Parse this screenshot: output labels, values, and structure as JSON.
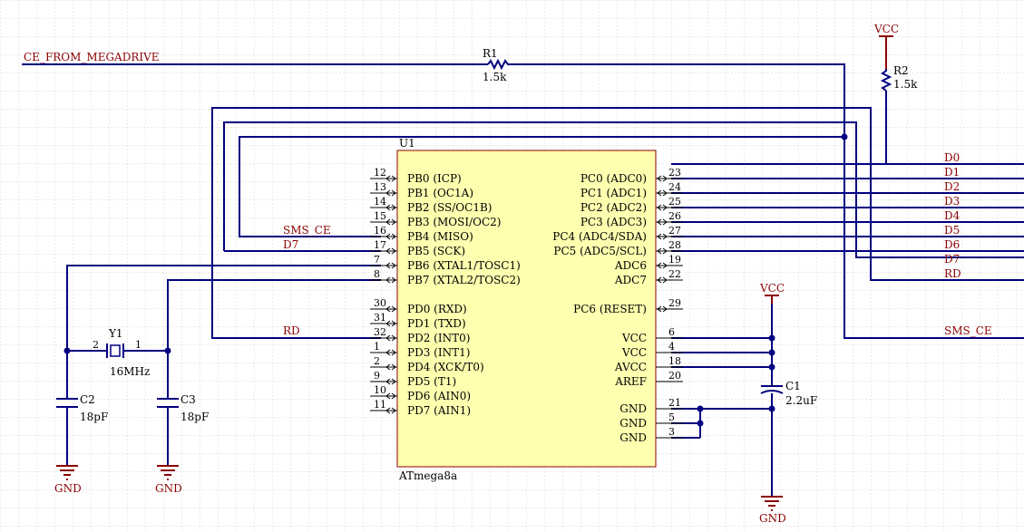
{
  "net_labels": {
    "ce_from_megadrive": "CE_FROM_MEGADRIVE",
    "sms_ce_left": "SMS_CE",
    "d7_left": "D7",
    "rd_left": "RD",
    "sms_ce_right": "SMS_CE",
    "bus": [
      "D0",
      "D1",
      "D2",
      "D3",
      "D4",
      "D5",
      "D6",
      "D7",
      "RD"
    ]
  },
  "chip": {
    "designator": "U1",
    "part": "ATmega8a",
    "left_pins": [
      {
        "num": "12",
        "name": "PB0 (ICP)"
      },
      {
        "num": "13",
        "name": "PB1 (OC1A)"
      },
      {
        "num": "14",
        "name": "PB2 (SS/OC1B)"
      },
      {
        "num": "15",
        "name": "PB3 (MOSI/OC2)"
      },
      {
        "num": "16",
        "name": "PB4 (MISO)"
      },
      {
        "num": "17",
        "name": "PB5 (SCK)"
      },
      {
        "num": "7",
        "name": "PB6 (XTAL1/TOSC1)"
      },
      {
        "num": "8",
        "name": "PB7 (XTAL2/TOSC2)"
      },
      {
        "num": "30",
        "name": "PD0 (RXD)"
      },
      {
        "num": "31",
        "name": "PD1 (TXD)"
      },
      {
        "num": "32",
        "name": "PD2 (INT0)"
      },
      {
        "num": "1",
        "name": "PD3 (INT1)"
      },
      {
        "num": "2",
        "name": "PD4 (XCK/T0)"
      },
      {
        "num": "9",
        "name": "PD5 (T1)"
      },
      {
        "num": "10",
        "name": "PD6 (AIN0)"
      },
      {
        "num": "11",
        "name": "PD7 (AIN1)"
      }
    ],
    "right_pins": [
      {
        "num": "23",
        "name": "PC0 (ADC0)"
      },
      {
        "num": "24",
        "name": "PC1 (ADC1)"
      },
      {
        "num": "25",
        "name": "PC2 (ADC2)"
      },
      {
        "num": "26",
        "name": "PC3 (ADC3)"
      },
      {
        "num": "27",
        "name": "PC4 (ADC4/SDA)"
      },
      {
        "num": "28",
        "name": "PC5 (ADC5/SCL)"
      },
      {
        "num": "19",
        "name": "ADC6"
      },
      {
        "num": "22",
        "name": "ADC7"
      },
      {
        "num": "29",
        "name": "PC6 (RESET)"
      },
      {
        "num": "6",
        "name": "VCC"
      },
      {
        "num": "4",
        "name": "VCC"
      },
      {
        "num": "18",
        "name": "AVCC"
      },
      {
        "num": "20",
        "name": "AREF"
      },
      {
        "num": "21",
        "name": "GND"
      },
      {
        "num": "5",
        "name": "GND"
      },
      {
        "num": "3",
        "name": "GND"
      }
    ]
  },
  "components": {
    "r1": {
      "designator": "R1",
      "value": "1.5k"
    },
    "r2": {
      "designator": "R2",
      "value": "1.5k"
    },
    "y1": {
      "designator": "Y1",
      "value": "16MHz",
      "pin_a": "2",
      "pin_b": "1"
    },
    "c1": {
      "designator": "C1",
      "value": "2.2uF"
    },
    "c2": {
      "designator": "C2",
      "value": "18pF"
    },
    "c3": {
      "designator": "C3",
      "value": "18pF"
    }
  },
  "power": {
    "vcc_top": "VCC",
    "vcc_c1": "VCC",
    "gnd_c2": "GND",
    "gnd_c3": "GND",
    "gnd_c1": "GND"
  }
}
